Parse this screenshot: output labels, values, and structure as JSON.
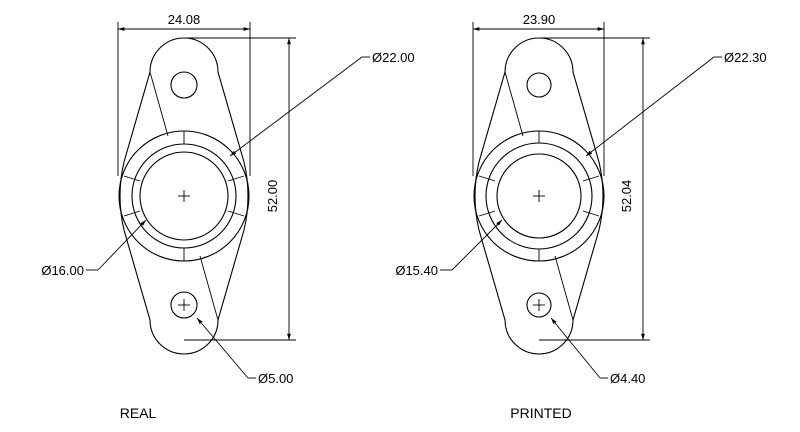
{
  "drawings": [
    {
      "caption": "REAL",
      "dims": {
        "width": "24.08",
        "height": "52.00",
        "outer_ring": "Ø22.00",
        "bore": "Ø16.00",
        "hole": "Ø5.00"
      }
    },
    {
      "caption": "PRINTED",
      "dims": {
        "width": "23.90",
        "height": "52.04",
        "outer_ring": "Ø22.30",
        "bore": "Ø15.40",
        "hole": "Ø4.40"
      }
    }
  ]
}
